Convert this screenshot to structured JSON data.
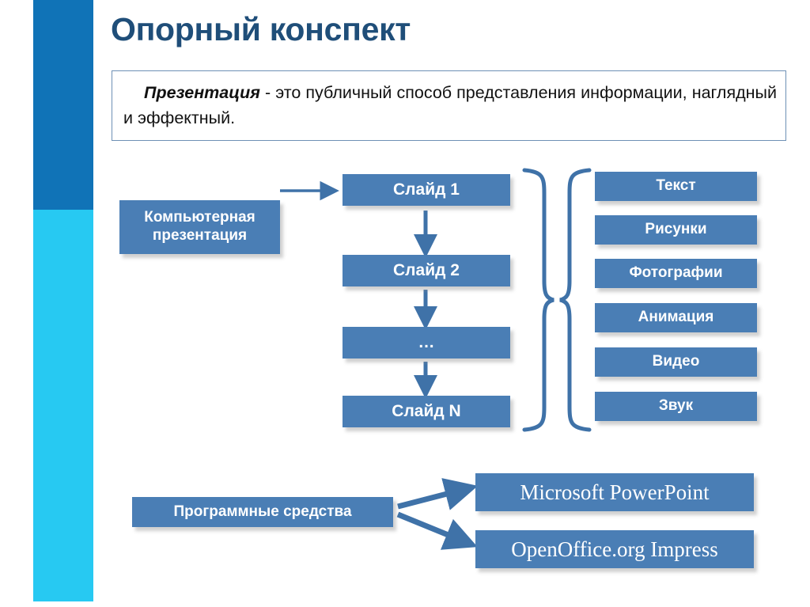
{
  "slide": {
    "title": "Опорный конспект",
    "title_color": "#1F4E79",
    "accent_dark": "#1073B7",
    "accent_light": "#27C9F2",
    "node_color": "#4A7EB5",
    "node_text_color": "#FFFFFF"
  },
  "definition": {
    "term": "Презентация",
    "dash": "-",
    "rest": "это публичный способ представления информации, наглядный и эффектный.",
    "full_text": "Презентация - это публичный способ представления информации, наглядный и эффектный."
  },
  "diagram": {
    "source": {
      "label": "Компьютерная презентация"
    },
    "slides": [
      {
        "label": "Слайд 1"
      },
      {
        "label": "Слайд 2"
      },
      {
        "label": "…"
      },
      {
        "label": "Слайд N"
      }
    ],
    "content_items": [
      {
        "label": "Текст"
      },
      {
        "label": "Рисунки"
      },
      {
        "label": "Фотографии"
      },
      {
        "label": "Анимация"
      },
      {
        "label": "Видео"
      },
      {
        "label": "Звук"
      }
    ],
    "software": {
      "label": "Программные средства",
      "products": [
        {
          "label": "Microsoft PowerPoint"
        },
        {
          "label": "OpenOffice.org Impress"
        }
      ]
    }
  }
}
